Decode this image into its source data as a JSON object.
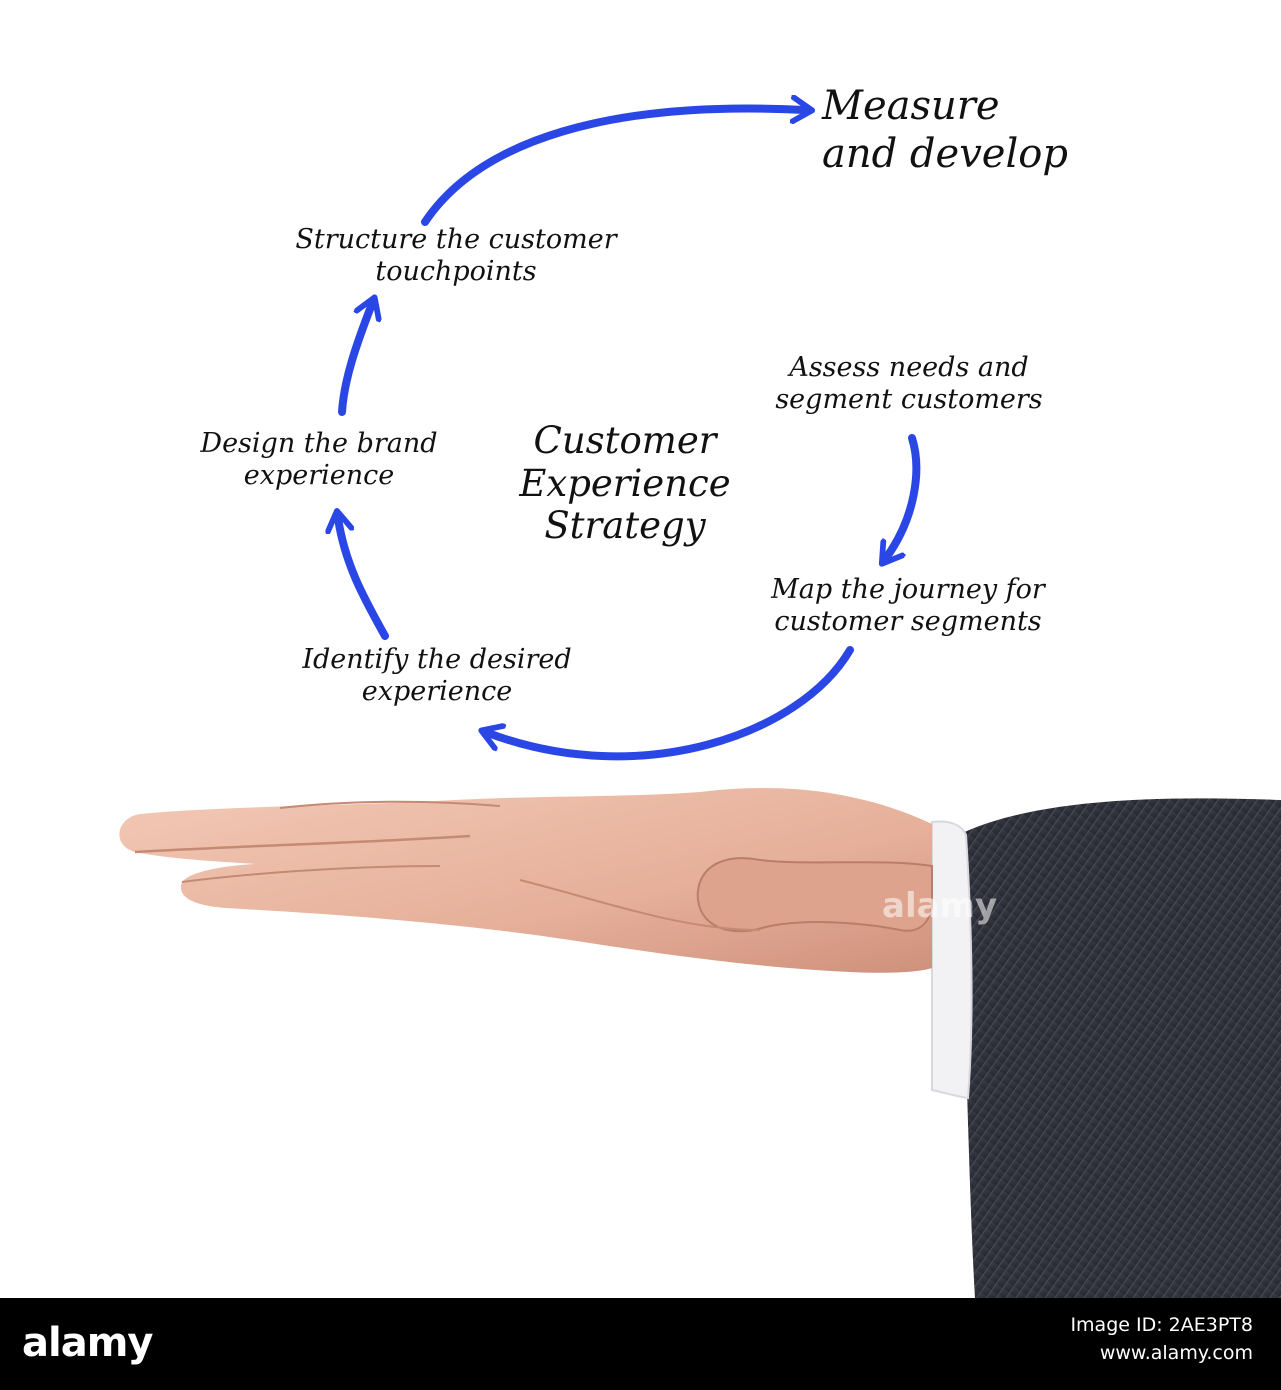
{
  "diagram": {
    "title_lines": [
      "Customer",
      "Experience",
      "Strategy"
    ],
    "goal_lines": [
      "Measure",
      "and develop"
    ],
    "steps": [
      {
        "id": "assess",
        "lines": [
          "Assess needs and",
          "segment customers"
        ]
      },
      {
        "id": "map",
        "lines": [
          "Map the journey for",
          "customer segments"
        ]
      },
      {
        "id": "identify",
        "lines": [
          "Identify the desired",
          "experience"
        ]
      },
      {
        "id": "design",
        "lines": [
          "Design the brand",
          "experience"
        ]
      },
      {
        "id": "structure",
        "lines": [
          "Structure the customer",
          "touchpoints"
        ]
      }
    ],
    "arrow_color": "#2a47e6"
  },
  "watermark": "alamy",
  "footer": {
    "brand": "alamy",
    "image_id": "Image ID: 2AE3PT8",
    "site": "www.alamy.com"
  }
}
